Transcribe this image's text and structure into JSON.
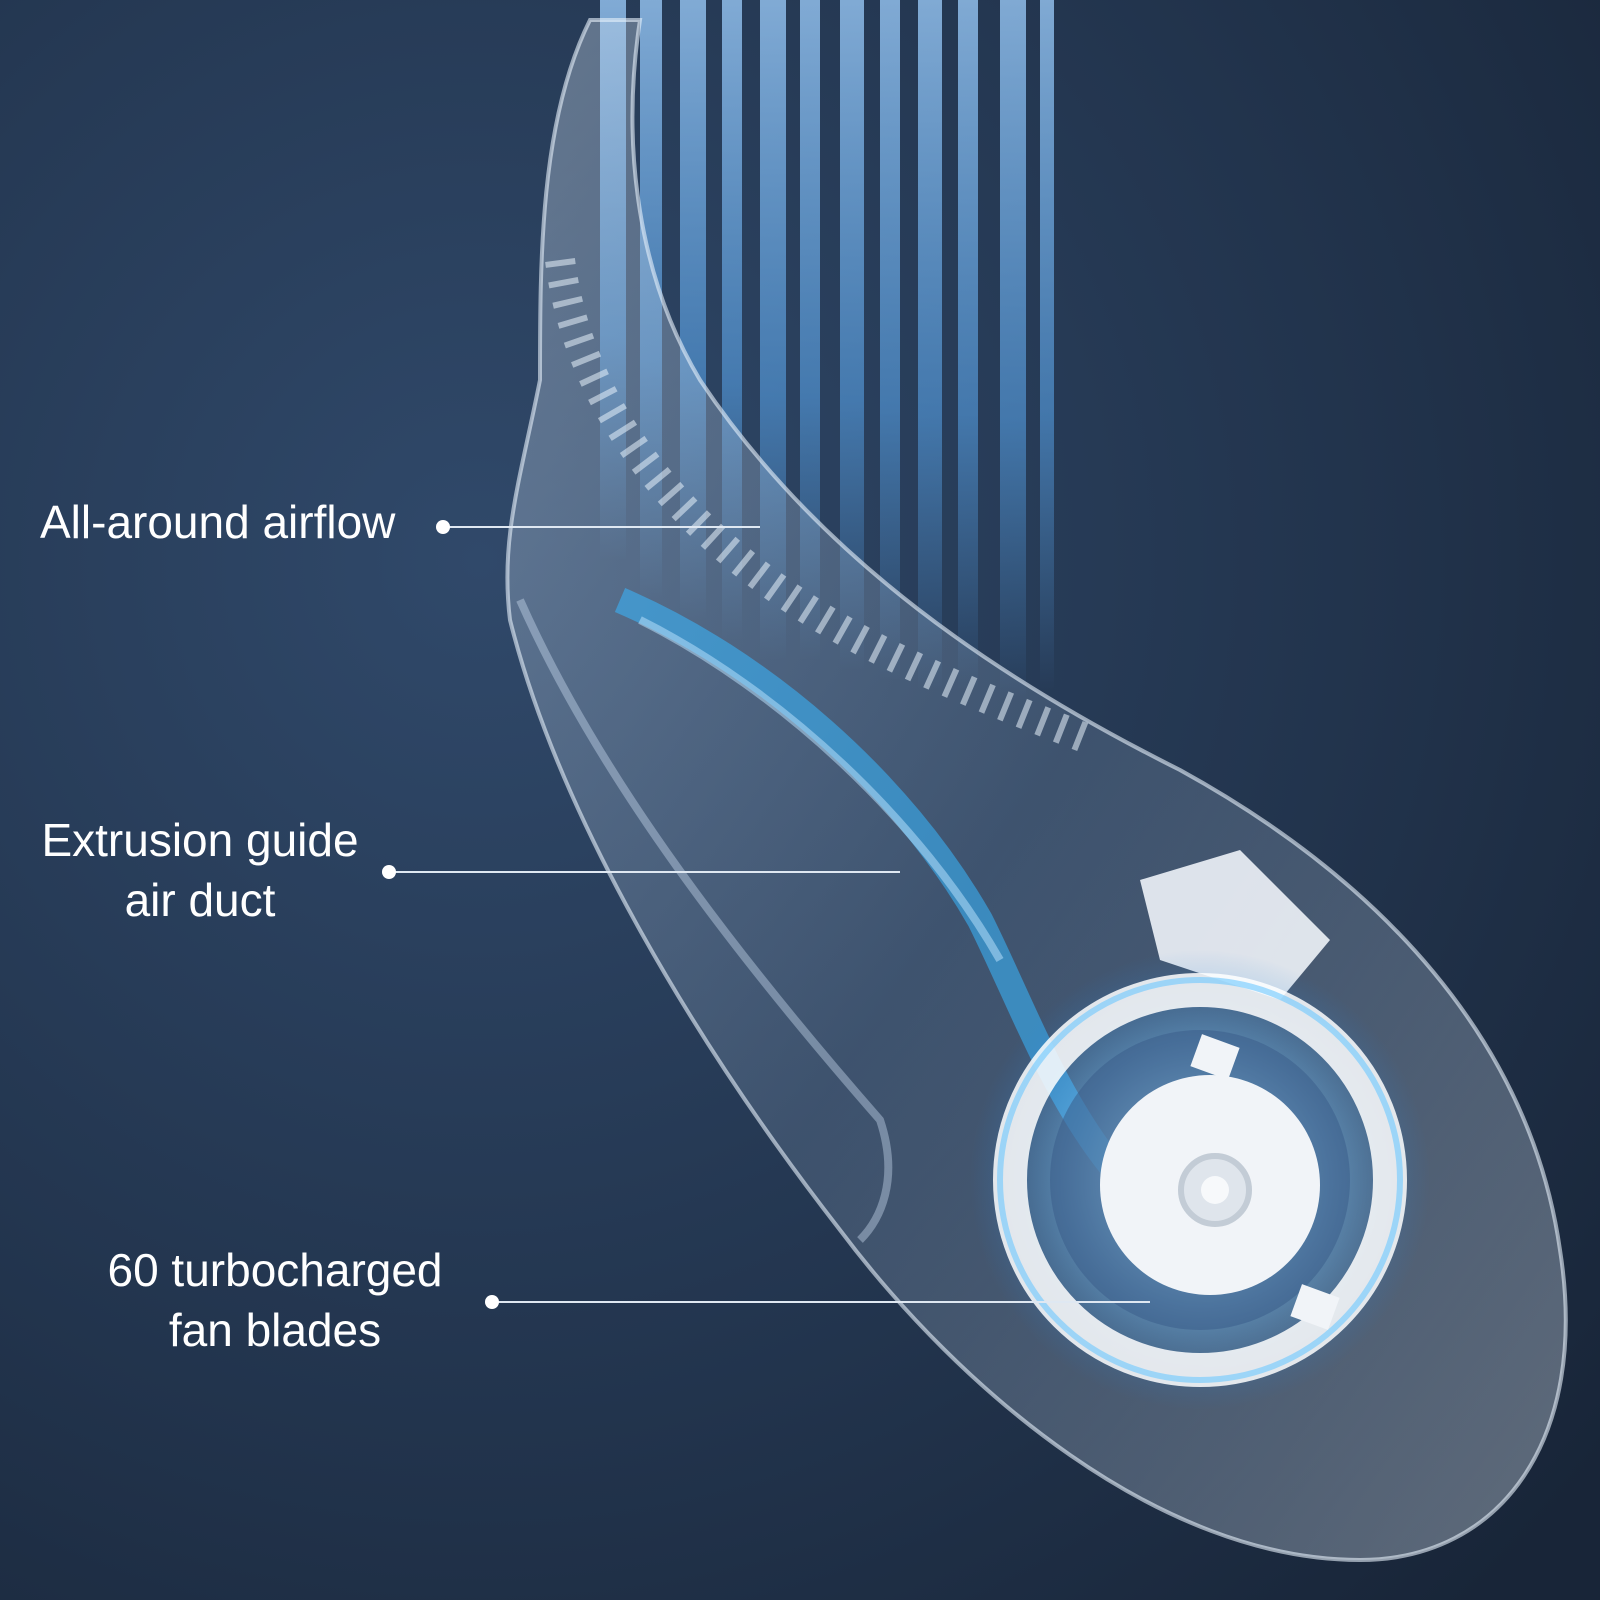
{
  "colors": {
    "background_dark": "#1c2a3e",
    "background_mid": "#2a3f5c",
    "airflow_blue": "#5aa8f0",
    "glow_cyan": "#38b8ff",
    "label_text": "#ffffff"
  },
  "callouts": [
    {
      "lines": [
        "All-around airflow"
      ]
    },
    {
      "lines": [
        "Extrusion guide",
        "air duct"
      ]
    },
    {
      "lines": [
        "60 turbocharged",
        "fan blades"
      ]
    }
  ]
}
